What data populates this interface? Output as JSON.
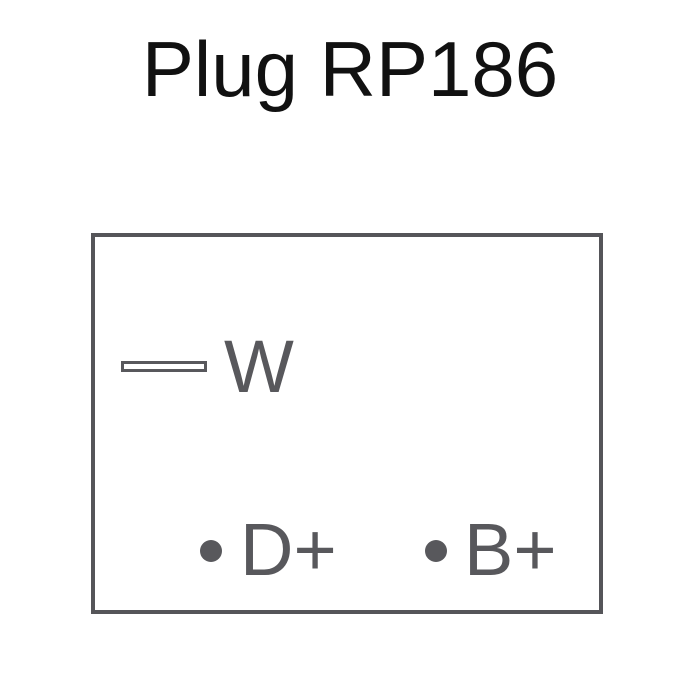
{
  "diagram": {
    "title": "Plug RP186",
    "pins": {
      "w": {
        "label": "W",
        "terminal": "flat-blade"
      },
      "d_plus": {
        "label": "D+",
        "terminal": "round-pin"
      },
      "b_plus": {
        "label": "B+",
        "terminal": "round-pin"
      }
    },
    "colors": {
      "title": "#111111",
      "outline": "#555559",
      "labels": "#58585c",
      "background": "#ffffff"
    }
  }
}
